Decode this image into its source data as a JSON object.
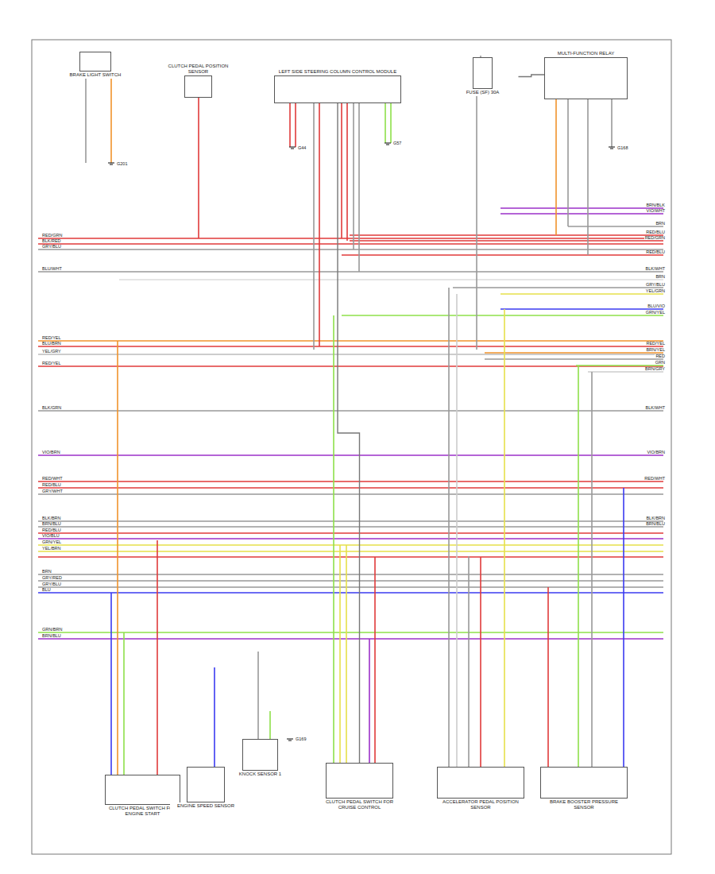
{
  "diagram": {
    "nodes": [
      {
        "text": [
          "BRAKE LIGHT SWITCH"
        ]
      },
      {
        "text": [
          "CLUTCH PEDAL POSITION SENSOR"
        ]
      },
      {
        "text": [
          "LEFT SIDE STEERING COLUMN CONTROL MODULE"
        ]
      },
      {
        "text": [
          "FUSE (SF) 30A"
        ]
      },
      {
        "text": [
          "MULTI-FUNCTION RELAY"
        ]
      },
      {
        "text": [
          "CLUTCH PEDAL SWITCH FOR ENGINE START"
        ]
      },
      {
        "text": [
          "ENGINE SPEED SENSOR"
        ]
      },
      {
        "text": [
          "KNOCK SENSOR 1"
        ]
      },
      {
        "text": [
          "CLUTCH PEDAL SWITCH FOR CRUISE CONTROL"
        ]
      },
      {
        "text": [
          "ACCELERATOR PEDAL POSITION SENSOR"
        ]
      },
      {
        "text": [
          "BRAKE BOOSTER PRESSURE SENSOR"
        ]
      }
    ],
    "edges": [
      {
        "from": 3,
        "to": 4,
        "arrow": "none"
      },
      {
        "from": 2,
        "to": 8,
        "arrow": "none"
      }
    ],
    "labels": [
      "RED/GRN",
      "BLK/RED",
      "GRY/BLU",
      "BLU/WHT",
      "RED/YEL",
      "BLU/BRN",
      "YEL/GRY",
      "RED/YEL",
      "BLK/GRN",
      "VIO/BRN",
      "RED/WHT",
      "RED/BLU",
      "GRY/WHT",
      "BLK/BRN",
      "BRN/BLU",
      "RED/BLU",
      "VIO/BLU",
      "GRN/YEL",
      "YEL/BRN",
      "BRN",
      "GRY/RED",
      "GRY/BLU",
      "BLU",
      "GRN/BRN",
      "BRN/BLU",
      "BRN/BLK",
      "VIO/WHT",
      "BRN",
      "RED/BLU",
      "RED/GRN",
      "RED/BLU",
      "BLK/WHT",
      "BRN",
      "GRY/BLU",
      "YEL/GRN",
      "BLU/VIO",
      "GRN/YEL",
      "RED/YEL",
      "BRN/YEL",
      "RED",
      "GRN",
      "BRN/GRY",
      "BLK/WHT",
      "VIO/BRN",
      "RED/WHT",
      "BLK/BRN",
      "BRN/BLU",
      "G201",
      "G44",
      "G57",
      "G168",
      "G169"
    ]
  }
}
